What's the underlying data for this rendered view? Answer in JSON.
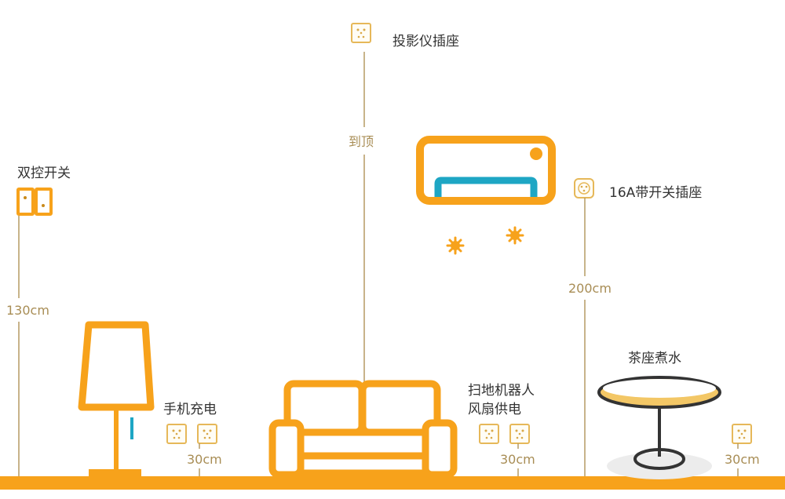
{
  "colors": {
    "accent": "#F7A21B",
    "teal": "#1EA6C4",
    "dim_line": "#B59A63",
    "text": "#333333"
  },
  "labels": {
    "dual_switch": "双控开关",
    "projector_socket": "投影仪插座",
    "to_top": "到顶",
    "socket_16a": "16A带开关插座",
    "phone_charging": "手机充电",
    "robot_line1": "扫地机器人",
    "robot_line2": "风扇供电",
    "tea": "茶座煮水"
  },
  "heights": {
    "switch": "130cm",
    "socket_16a": "200cm",
    "phone": "30cm",
    "robot": "30cm",
    "tea": "30cm"
  }
}
